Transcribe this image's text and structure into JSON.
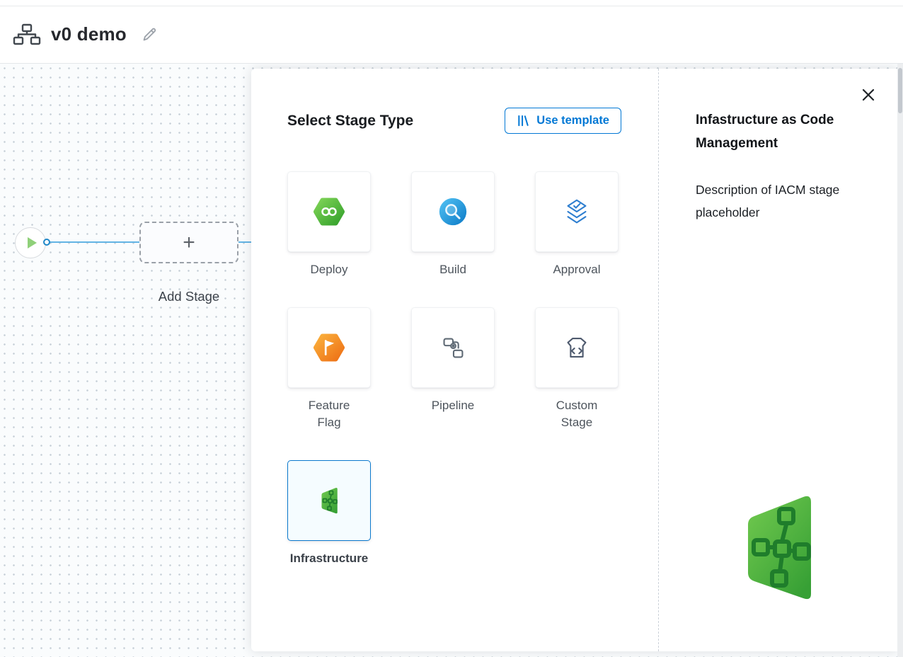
{
  "header": {
    "pipeline_name": "v0 demo"
  },
  "canvas": {
    "plus_sign": "+",
    "add_stage_label": "Add Stage"
  },
  "stage_panel": {
    "title": "Select Stage Type",
    "use_template": "Use template",
    "stages": [
      {
        "label": "Deploy",
        "icon": "cd-hexagon-icon"
      },
      {
        "label": "Build",
        "icon": "ci-circle-icon"
      },
      {
        "label": "Approval",
        "icon": "approval-check-icon"
      },
      {
        "label": "Feature Flag",
        "icon": "feature-flag-icon"
      },
      {
        "label": "Pipeline",
        "icon": "pipeline-nodes-icon"
      },
      {
        "label": "Custom Stage",
        "icon": "custom-stage-code-icon"
      },
      {
        "label": "Infrastructure",
        "icon": "iacm-flag-icon",
        "selected": true
      }
    ],
    "details": {
      "title": "Infastructure as Code Management",
      "description": "Description of IACM stage placeholder"
    }
  },
  "colors": {
    "accent_blue": "#0278d5",
    "cd_green": "#49b04a",
    "ci_blue": "#2196d6",
    "ff_orange": "#ef7d22",
    "iacm_green": "#4caf50",
    "canvas_dot": "#c6cfd7"
  }
}
